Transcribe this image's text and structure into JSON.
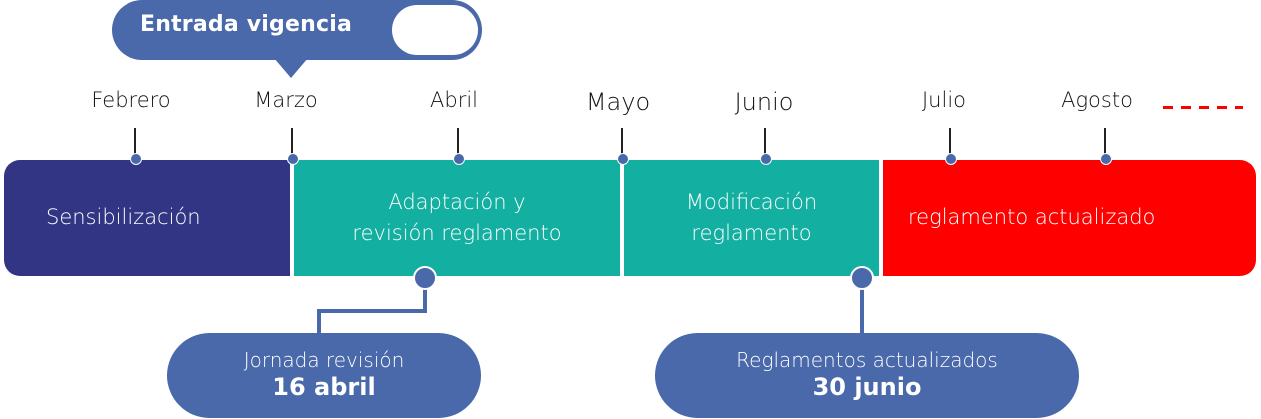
{
  "callout": {
    "label": "Entrada vigencia",
    "color": "#4a69aa"
  },
  "months": [
    {
      "label": "Febrero"
    },
    {
      "label": "Marzo"
    },
    {
      "label": "Abril"
    },
    {
      "label": "Mayo"
    },
    {
      "label": "Junio"
    },
    {
      "label": "Julio"
    },
    {
      "label": "Agosto"
    }
  ],
  "continuation": {
    "style": "dashed",
    "color": "#ff0000"
  },
  "phases": [
    {
      "lines": [
        "Sensibilización"
      ],
      "color": "#313583"
    },
    {
      "lines": [
        "Adaptación y",
        "revisión reglamento"
      ],
      "color": "#13afa1"
    },
    {
      "lines": [
        "Modificación",
        "reglamento"
      ],
      "color": "#13afa1"
    },
    {
      "lines": [
        "reglamento actualizado"
      ],
      "color": "#ff0000"
    }
  ],
  "milestones": [
    {
      "title": "Jornada revisión",
      "date": "16 abril"
    },
    {
      "title": "Reglamentos actualizados",
      "date": "30 junio"
    }
  ]
}
